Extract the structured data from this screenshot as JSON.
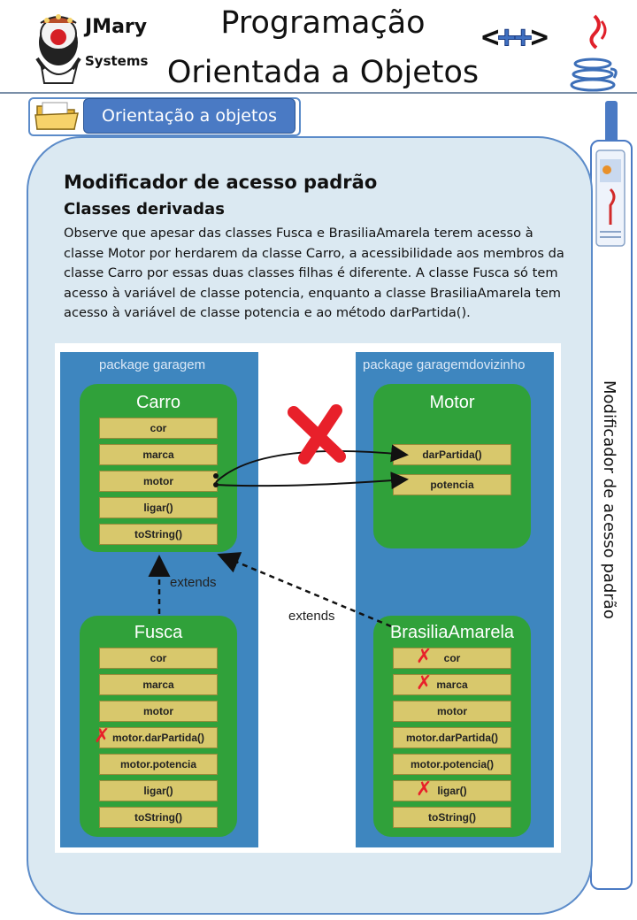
{
  "header": {
    "brand_line1": "JMary",
    "brand_line2": "Systems",
    "title_line1": "Programação",
    "title_line2": "Orientada a Objetos",
    "cpp_left": "<",
    "cpp_plus1": "+",
    "cpp_plus2": "+",
    "cpp_right": ">"
  },
  "section_tab": "Orientação a objetos",
  "side_label": "Modificador de acesso padrão",
  "content": {
    "heading": "Modificador de acesso padrão",
    "subheading": "Classes derivadas",
    "paragraph": "Observe que apesar das classes Fusca e BrasiliaAmarela terem acesso à classe Motor por herdarem da classe Carro, a acessibilidade aos membros da classe Carro por essas duas classes filhas é diferente. A classe Fusca só tem acesso à variável de classe potencia, enquanto a classe BrasiliaAmarela tem acesso à variável de classe potencia e ao método darPartida()."
  },
  "diagram": {
    "pkg_left": "package garagem",
    "pkg_right": "package garagemdovizinho",
    "carro": {
      "name": "Carro",
      "members": [
        "cor",
        "marca",
        "motor",
        "ligar()",
        "toString()"
      ]
    },
    "motor": {
      "name": "Motor",
      "members": [
        "darPartida()",
        "potencia"
      ]
    },
    "fusca": {
      "name": "Fusca",
      "members": [
        "cor",
        "marca",
        "motor",
        "motor.darPartida()",
        "motor.potencia",
        "ligar()",
        "toString()"
      ]
    },
    "brasilia": {
      "name": "BrasiliaAmarela",
      "members": [
        "cor",
        "marca",
        "motor",
        "motor.darPartida()",
        "motor.potencia()",
        "ligar()",
        "toString()"
      ]
    },
    "extends_label_1": "extends",
    "extends_label_2": "extends",
    "colors": {
      "package": "#3e86bf",
      "class": "#30a13a",
      "member": "#d8c86c",
      "cross": "#e8202a"
    }
  }
}
